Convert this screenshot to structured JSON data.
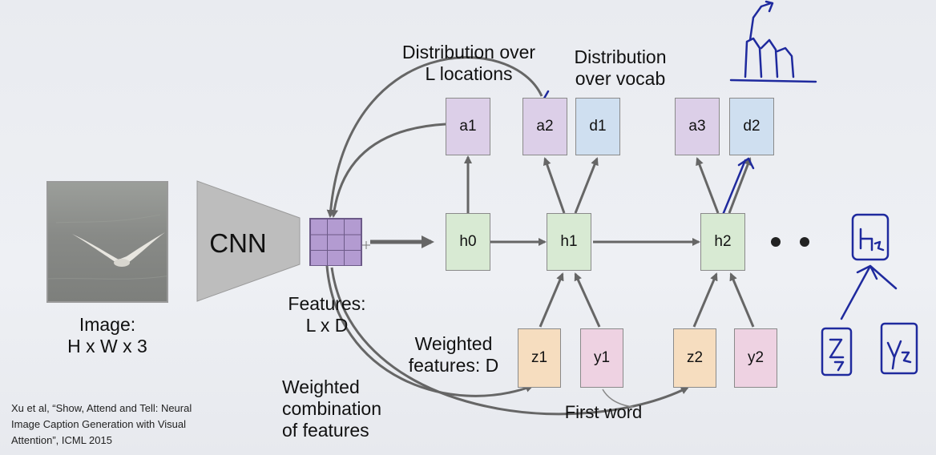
{
  "labels": {
    "dist_locations": [
      "Distribution over",
      "L locations"
    ],
    "dist_vocab": [
      "Distribution",
      "over vocab"
    ],
    "cnn": "CNN",
    "image": [
      "Image:",
      "H x W x 3"
    ],
    "features": [
      "Features:",
      "L x D"
    ],
    "weighted_features": [
      "Weighted",
      "features: D"
    ],
    "weighted_combination": [
      "Weighted",
      "combination",
      "of features"
    ],
    "first_word": "First word"
  },
  "nodes": {
    "a1": "a1",
    "a2": "a2",
    "d1": "d1",
    "a3": "a3",
    "d2": "d2",
    "h0": "h0",
    "h1": "h1",
    "h2": "h2",
    "z1": "z1",
    "y1": "y1",
    "z2": "z2",
    "y2": "y2"
  },
  "citation": [
    "Xu et al, “Show, Attend and Tell: Neural",
    "Image Caption Generation with Visual",
    "Attention”, ICML 2015"
  ],
  "colors": {
    "attention_box": "#dccfe8",
    "vocab_box": "#cfdff0",
    "hidden_box": "#d8ead3",
    "weighted_feature_box": "#f6ddbf",
    "word_box": "#eed2e2",
    "arrow": "#666666",
    "ink": "#1f2a9e",
    "cnn": "#bdbdbd",
    "feature_grid": "#b39bd1"
  }
}
